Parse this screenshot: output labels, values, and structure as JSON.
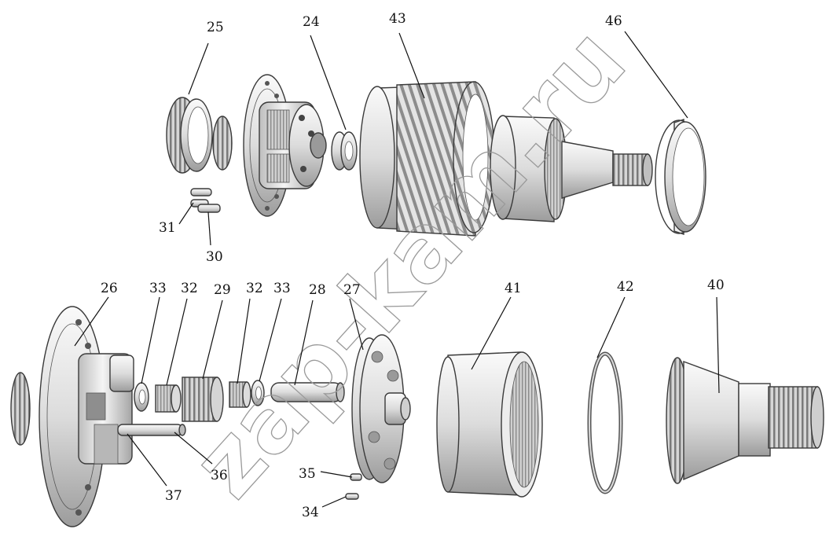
{
  "diagram": {
    "callouts": {
      "p25": "25",
      "p24": "24",
      "p43": "43",
      "p46": "46",
      "p31": "31",
      "p30": "30",
      "p26": "26",
      "p33a": "33",
      "p32a": "32",
      "p29": "29",
      "p32b": "32",
      "p33b": "33",
      "p28": "28",
      "p27": "27",
      "p41": "41",
      "p42": "42",
      "p40": "40",
      "p36": "36",
      "p37": "37",
      "p35": "35",
      "p34": "34"
    },
    "watermark": "zap-kam.ru",
    "colors": {
      "metal_light": "#f2f2f2",
      "metal_mid": "#c9c9c9",
      "metal_dark": "#8a8a8a",
      "line": "#111111"
    }
  }
}
